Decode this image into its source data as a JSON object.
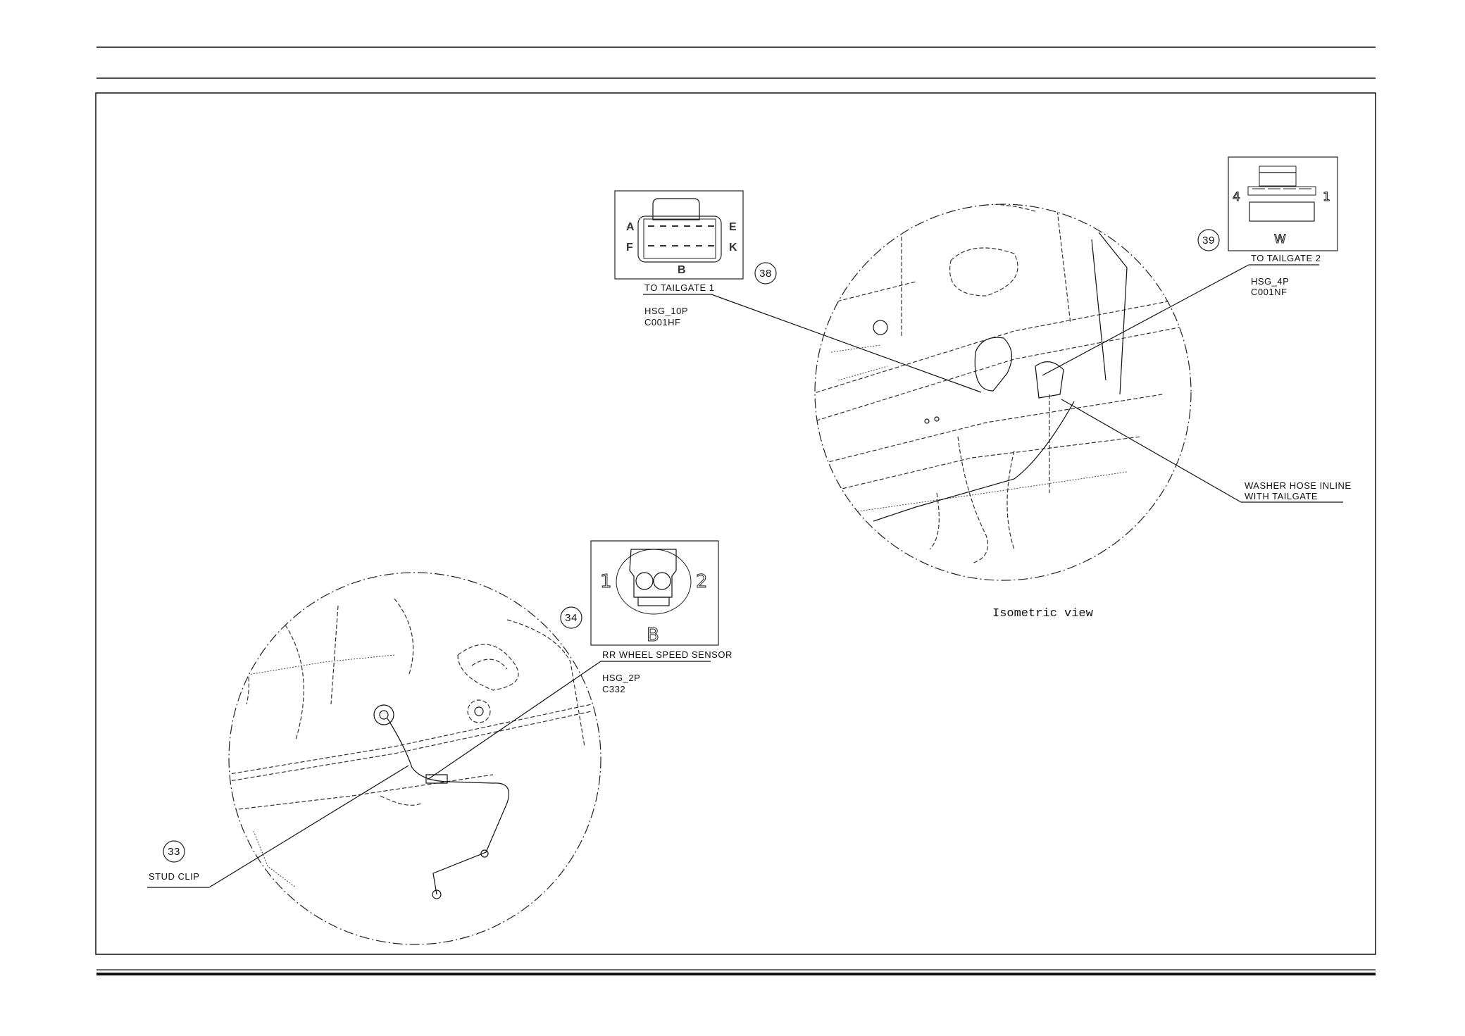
{
  "connectors": [
    {
      "callout": "38",
      "name": "TO TAILGATE 1",
      "housing": "HSG_10P",
      "code": "C001HF",
      "pins": [
        "A",
        "E",
        "F",
        "K"
      ],
      "view_letter": "B"
    },
    {
      "callout": "39",
      "name": "TO TAILGATE 2",
      "housing": "HSG_4P",
      "code": "C001NF",
      "pins": [
        "4",
        "1"
      ],
      "view_letter": "W"
    },
    {
      "callout": "34",
      "name": "RR WHEEL SPEED SENSOR",
      "housing": "HSG_2P",
      "code": "C332",
      "pins": [
        "1",
        "2"
      ],
      "view_letter": "B"
    }
  ],
  "callouts": {
    "stud_clip": {
      "number": "33",
      "label": "STUD CLIP"
    },
    "washer_hose": {
      "line1": "WASHER HOSE INLINE",
      "line2": "WITH TAILGATE"
    }
  },
  "view_label": "Isometric view"
}
